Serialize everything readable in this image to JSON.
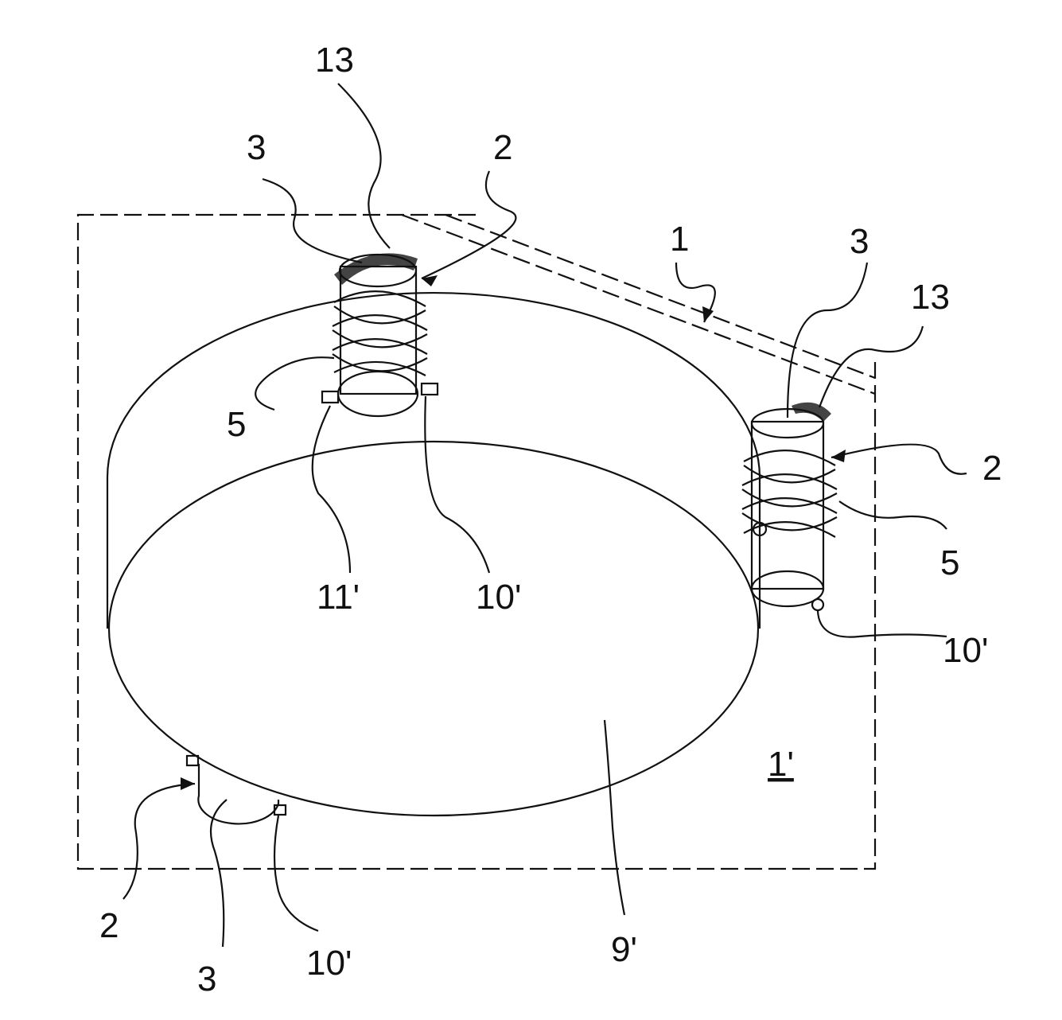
{
  "figure": {
    "labels": {
      "top_cap_left": "13",
      "part_left": "3",
      "assembly_left": "2",
      "frame": "1",
      "part_right": "3",
      "top_cap_right": "13",
      "coil_left": "5",
      "tab_left_a": "11'",
      "tab_left_b": "10'",
      "assembly_right": "2",
      "coil_right": "5",
      "tab_right": "10'",
      "region": "1'",
      "body": "9'",
      "assembly_bottom": "2",
      "part_bottom": "3",
      "tab_bottom": "10'"
    }
  }
}
